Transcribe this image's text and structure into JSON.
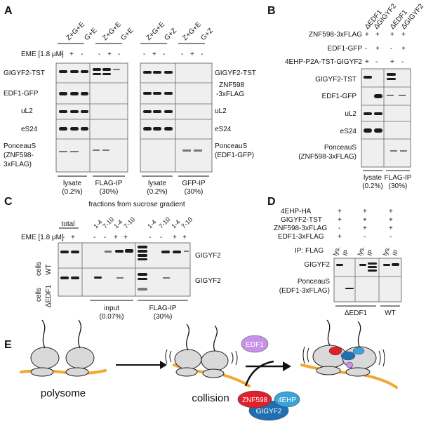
{
  "panels": [
    "A",
    "B",
    "C",
    "D",
    "E"
  ],
  "panelA": {
    "lane_headers": [
      "Z+G+E",
      "G+E",
      "Z+G+E",
      "G+E",
      "Z+G+E",
      "G+Z",
      "Z+G+E",
      "G+Z"
    ],
    "eme_label": "EME [1.8 µM]",
    "eme_signs": [
      "-",
      "+",
      "-",
      "-",
      "+",
      "-",
      "-",
      "+",
      "-",
      "-",
      "+",
      "-"
    ],
    "left_labels": [
      "GIGYF2-TST",
      "EDF1-GFP",
      "uL2",
      "eS24",
      "PonceauS",
      "(ZNF598-",
      "3xFLAG)"
    ],
    "right_labels": [
      "GIGYF2-TST",
      "ZNF598",
      "-3xFLAG",
      "uL2",
      "eS24",
      "PonceauS",
      "(EDF1-GFP)"
    ],
    "bottom": [
      "lysate",
      "(0.2%)",
      "FLAG-IP",
      "(30%)",
      "lysate",
      "(0.2%)",
      "GFP-IP",
      "(30%)"
    ]
  },
  "panelB": {
    "lane_headers": [
      "ΔEDF1",
      "ΔGIGYF2",
      "ΔEDF1",
      "ΔGIGYF2"
    ],
    "conditions": [
      {
        "name": "ZNF598-3xFLAG",
        "signs": [
          "+",
          "+",
          "+",
          "+"
        ]
      },
      {
        "name": "EDF1-GFP",
        "signs": [
          "-",
          "+",
          "-",
          "+"
        ]
      },
      {
        "name": "4EHP-P2A-TST-GIGYF2",
        "signs": [
          "+",
          "-",
          "+",
          "-"
        ]
      }
    ],
    "left_labels": [
      "GIGYF2-TST",
      "EDF1-GFP",
      "uL2",
      "eS24",
      "PonceauS",
      "(ZNF598-3xFLAG)"
    ],
    "bottom": [
      "lysate",
      "(0.2%)",
      "FLAG-IP",
      "(30%)"
    ]
  },
  "panelC": {
    "title": "fractions from sucrose gradient",
    "lane_headers": [
      "total",
      "1-4",
      "7-10",
      "1-4",
      "7-10",
      "1-4",
      "7-10",
      "1-4",
      "7-10"
    ],
    "eme_label": "EME [1.8 µM]",
    "eme_signs": [
      "-",
      "+",
      "-",
      "-",
      "+",
      "+",
      "-",
      "-",
      "+",
      "+"
    ],
    "row_labels": [
      "WT",
      "cells",
      "ΔEDF1",
      "cells"
    ],
    "band_label": "GIGYF2",
    "bottom": [
      "input",
      "(0.07%)",
      "FLAG-IP",
      "(30%)"
    ]
  },
  "panelD": {
    "conditions": [
      {
        "name": "4EHP-HA",
        "signs": [
          "+",
          "+",
          "+"
        ]
      },
      {
        "name": "GIGYF2-TST",
        "signs": [
          "+",
          "+",
          "+"
        ]
      },
      {
        "name": "ZNF598-3xFLAG",
        "signs": [
          "-",
          "+",
          "+"
        ]
      },
      {
        "name": "EDF1-3xFLAG",
        "signs": [
          "+",
          "-",
          "-"
        ]
      }
    ],
    "ip_label": "IP: FLAG",
    "lane_labels": [
      "lys.",
      "IP",
      "lys.",
      "IP",
      "lys.",
      "IP"
    ],
    "left_labels": [
      "GIGYF2",
      "PonceauS",
      "(EDF1-3xFLAG)"
    ],
    "bottom": [
      "ΔEDF1",
      "WT"
    ]
  },
  "panelE": {
    "labels": [
      "polysome",
      "collision"
    ],
    "proteins": [
      "EDF1",
      "ZNF598",
      "4EHP",
      "GIGYF2"
    ],
    "colors": {
      "edf1": "#c792ea",
      "znf598": "#e0202a",
      "fourehp": "#3ba3dc",
      "gigyf2": "#1f6fb2",
      "mrna": "#f0a830",
      "ribosome": "#d9d9d9"
    }
  }
}
